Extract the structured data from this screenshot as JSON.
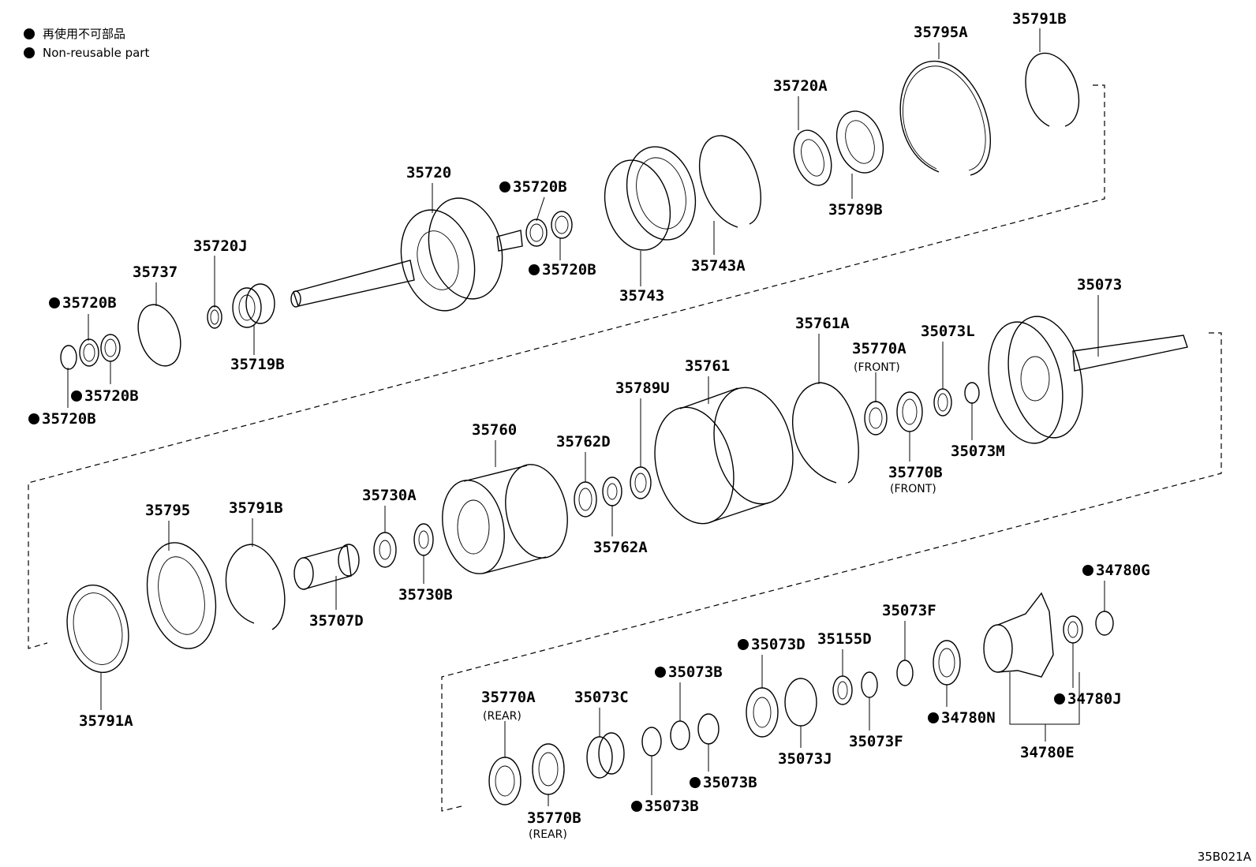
{
  "legend": {
    "marker_meaning_ja": "再使用不可部品",
    "marker_meaning_en": "Non-reusable part",
    "marker_color": "#000000"
  },
  "diagram_id": "35B021A",
  "callouts": [
    {
      "number": "35795A",
      "non_reusable": false
    },
    {
      "number": "35791B",
      "non_reusable": false
    },
    {
      "number": "35720A",
      "non_reusable": false
    },
    {
      "number": "35789B",
      "non_reusable": false
    },
    {
      "number": "35720",
      "non_reusable": false
    },
    {
      "number": "35720B",
      "non_reusable": true
    },
    {
      "number": "35720B",
      "non_reusable": true
    },
    {
      "number": "35743",
      "non_reusable": false
    },
    {
      "number": "35743A",
      "non_reusable": false
    },
    {
      "number": "35720J",
      "non_reusable": false
    },
    {
      "number": "35737",
      "non_reusable": false
    },
    {
      "number": "35719B",
      "non_reusable": false
    },
    {
      "number": "35720B",
      "non_reusable": true
    },
    {
      "number": "35720B",
      "non_reusable": true
    },
    {
      "number": "35720B",
      "non_reusable": true
    },
    {
      "number": "35073",
      "non_reusable": false
    },
    {
      "number": "35761A",
      "non_reusable": false
    },
    {
      "number": "35770A",
      "non_reusable": false,
      "note": "(FRONT)"
    },
    {
      "number": "35073L",
      "non_reusable": false
    },
    {
      "number": "35761",
      "non_reusable": false
    },
    {
      "number": "35789U",
      "non_reusable": false
    },
    {
      "number": "35073M",
      "non_reusable": false
    },
    {
      "number": "35770B",
      "non_reusable": false,
      "note": "(FRONT)"
    },
    {
      "number": "35760",
      "non_reusable": false
    },
    {
      "number": "35762D",
      "non_reusable": false
    },
    {
      "number": "35762A",
      "non_reusable": false
    },
    {
      "number": "35795",
      "non_reusable": false
    },
    {
      "number": "35791B",
      "non_reusable": false
    },
    {
      "number": "35730A",
      "non_reusable": false
    },
    {
      "number": "35730B",
      "non_reusable": false
    },
    {
      "number": "35707D",
      "non_reusable": false
    },
    {
      "number": "35791A",
      "non_reusable": false
    },
    {
      "number": "34780G",
      "non_reusable": true
    },
    {
      "number": "35073F",
      "non_reusable": false
    },
    {
      "number": "35155D",
      "non_reusable": false
    },
    {
      "number": "35073D",
      "non_reusable": true
    },
    {
      "number": "35073B",
      "non_reusable": true
    },
    {
      "number": "35073C",
      "non_reusable": false
    },
    {
      "number": "35770A",
      "non_reusable": false,
      "note": "(REAR)"
    },
    {
      "number": "35073F",
      "non_reusable": false
    },
    {
      "number": "34780J",
      "non_reusable": true
    },
    {
      "number": "34780N",
      "non_reusable": true
    },
    {
      "number": "35073J",
      "non_reusable": false
    },
    {
      "number": "34780E",
      "non_reusable": false
    },
    {
      "number": "35073B",
      "non_reusable": true
    },
    {
      "number": "35073B",
      "non_reusable": true
    },
    {
      "number": "35770B",
      "non_reusable": false,
      "note": "(REAR)"
    }
  ]
}
